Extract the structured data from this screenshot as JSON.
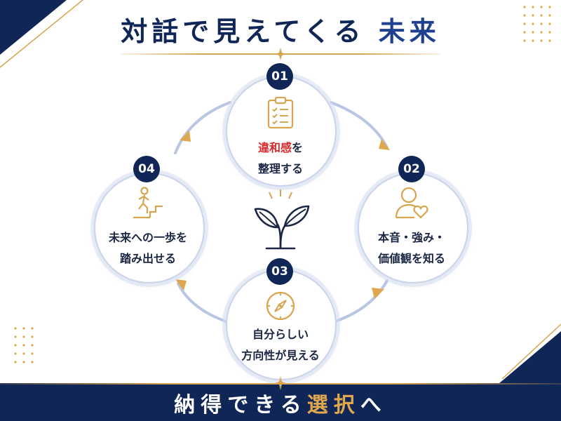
{
  "header": {
    "title_main": "対話で見えてくる",
    "title_accent": "未来"
  },
  "steps": [
    {
      "number": "01",
      "line1_highlight": "違和感",
      "line1_rest": "を",
      "line2": "整理する",
      "icon": "clipboard-checklist-icon"
    },
    {
      "number": "02",
      "line1": "本音・強み・",
      "line2": "価値観を知る",
      "icon": "person-heart-icon"
    },
    {
      "number": "03",
      "line1": "自分らしい",
      "line2": "方向性が見える",
      "icon": "compass-icon"
    },
    {
      "number": "04",
      "line1": "未来への一歩を",
      "line2": "踏み出せる",
      "icon": "person-climbing-stairs-icon"
    }
  ],
  "center_icon": "sprout-icon",
  "footer": {
    "text_before": "納得できる",
    "text_accent": "選択",
    "text_after": "へ"
  },
  "colors": {
    "navy": "#0f2656",
    "accent_blue": "#1f3f8f",
    "gold": "#d7a450",
    "highlight_red": "#d62a2a",
    "ring": "#c9d4ea"
  }
}
